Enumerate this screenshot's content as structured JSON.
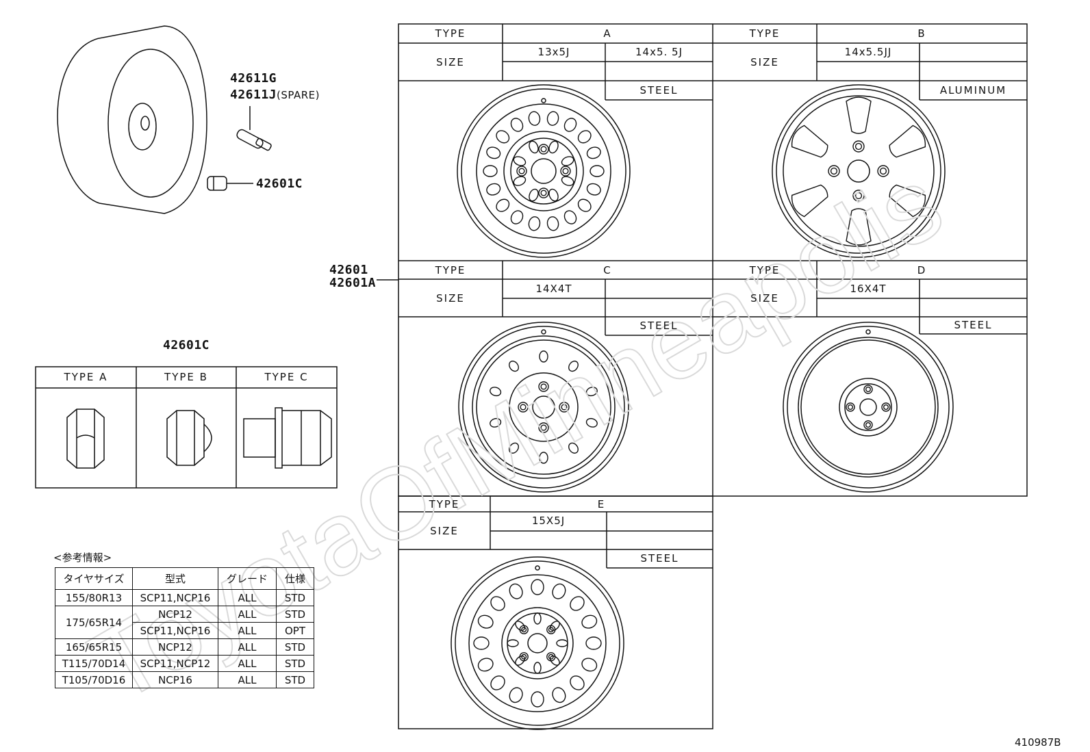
{
  "parts": {
    "valve_g": "42611G",
    "valve_j": "42611J",
    "valve_j_note": "(SPARE)",
    "nut_c": "42601C",
    "wheel_1": "42601",
    "wheel_2": "42601A",
    "nut_table_title": "42601C",
    "diagram_code": "410987B"
  },
  "nut_types": [
    "TYPE  A",
    "TYPE  B",
    "TYPE  C"
  ],
  "wheels": {
    "A": {
      "type_label": "TYPE",
      "type": "A",
      "size_label": "SIZE",
      "size_1": "13x5J",
      "size_2": "14x5. 5J",
      "material": "STEEL"
    },
    "B": {
      "type_label": "TYPE",
      "type": "B",
      "size_label": "SIZE",
      "size_1": "14x5.5JJ",
      "material": "ALUMINUM"
    },
    "C": {
      "type_label": "TYPE",
      "type": "C",
      "size_label": "SIZE",
      "size_1": "14X4T",
      "material": "STEEL"
    },
    "D": {
      "type_label": "TYPE",
      "type": "D",
      "size_label": "SIZE",
      "size_1": "16X4T",
      "material": "STEEL"
    },
    "E": {
      "type_label": "TYPE",
      "type": "E",
      "size_label": "SIZE",
      "size_1": "15X5J",
      "material": "STEEL"
    }
  },
  "reference": {
    "title": "<参考情報>",
    "headers": [
      "タイヤサイズ",
      "型式",
      "グレード",
      "仕様"
    ],
    "rows": [
      [
        "155/80R13",
        "SCP11,NCP16",
        "ALL",
        "STD"
      ],
      [
        "175/65R14",
        "NCP12",
        "ALL",
        "STD"
      ],
      [
        "",
        "SCP11,NCP16",
        "ALL",
        "OPT"
      ],
      [
        "165/65R15",
        "NCP12",
        "ALL",
        "STD"
      ],
      [
        "T115/70D14",
        "SCP11,NCP12",
        "ALL",
        "STD"
      ],
      [
        "T105/70D16",
        "NCP16",
        "ALL",
        "STD"
      ]
    ]
  },
  "watermark": "ToyotaOfMinneapolis"
}
